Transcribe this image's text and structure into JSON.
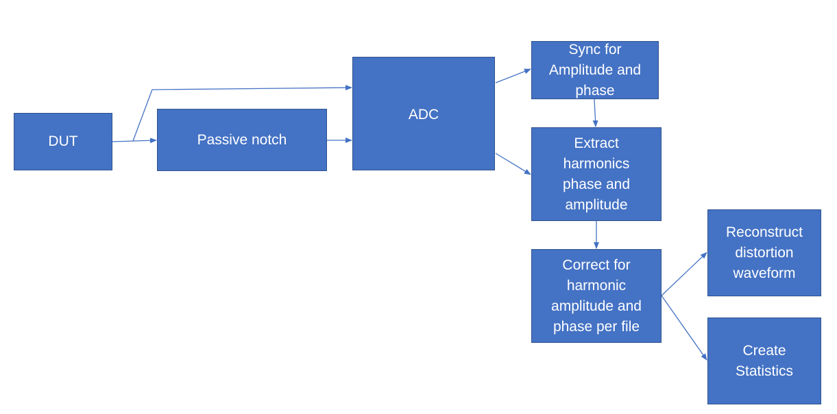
{
  "diagram": {
    "colors": {
      "box_fill": "#4472C4",
      "box_border": "#2F528F",
      "arrow": "#4472C4",
      "text": "#FFFFFF"
    },
    "nodes": {
      "dut": "DUT",
      "notch": "Passive notch",
      "adc": "ADC",
      "sync": "Sync for\nAmplitude and\nphase",
      "extract": "Extract\nharmonics\nphase and\namplitude",
      "correct": "Correct for\nharmonic\namplitude and\nphase per file",
      "reconstruct": "Reconstruct\ndistortion\nwaveform",
      "stats": "Create\nStatistics"
    }
  }
}
